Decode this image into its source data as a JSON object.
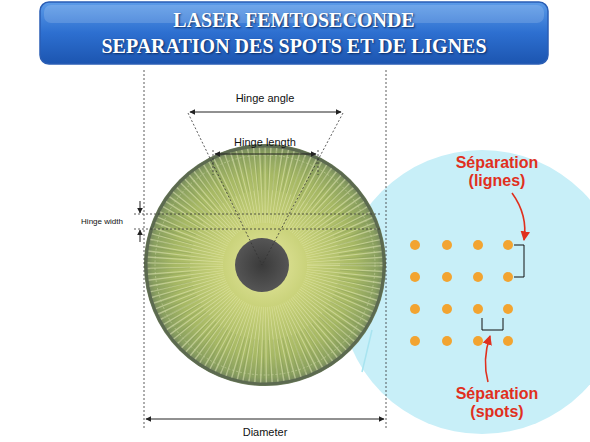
{
  "diagram": {
    "title": "LASER FEMTOSECONDE",
    "labels": [
      "SEPARATION DES SPOTS ET DE LIGNES",
      "Hinge angle",
      "Hinge length",
      "Hinge width",
      "Diameter",
      "Séparation (lignes)",
      "Séparation (spots)"
    ]
  }
}
